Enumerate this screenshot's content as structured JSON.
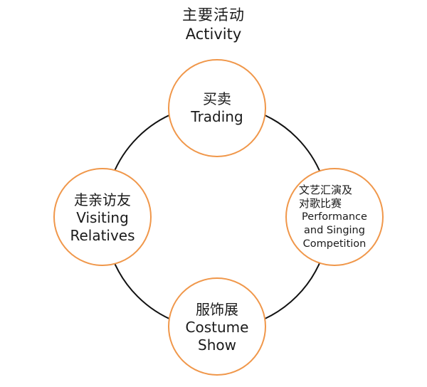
{
  "title": {
    "zh": "主要活动",
    "en": "Activity"
  },
  "style": {
    "node_stroke": "#f0974a",
    "ring_stroke": "#111111",
    "node_fill": "#ffffff"
  },
  "nodes": [
    {
      "id": "trading",
      "zh": "买卖",
      "en": [
        "Trading"
      ],
      "position": "top"
    },
    {
      "id": "performance",
      "zh": [
        "文艺汇演及",
        "对歌比赛"
      ],
      "en": [
        "Performance",
        "and Singing",
        "Competition"
      ],
      "position": "right"
    },
    {
      "id": "costume",
      "zh": "服饰展",
      "en": [
        "Costume",
        "Show"
      ],
      "position": "bottom"
    },
    {
      "id": "visiting",
      "zh": "走亲访友",
      "en": [
        "Visiting",
        "Relatives"
      ],
      "position": "left"
    }
  ]
}
